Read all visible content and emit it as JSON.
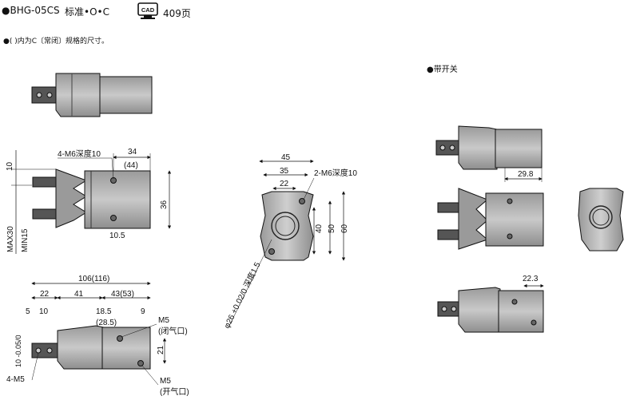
{
  "header": {
    "model": "●BHG-05CS",
    "standard": "标准•O•C",
    "cad_label": "CAD",
    "cad_page": "409页",
    "note": "●(  )内为C〔常闭〕规格的尺寸。"
  },
  "with_switch_label": "●带开关",
  "dims": {
    "d_10_top": "10",
    "d_max30": "MAX30",
    "d_min15": "MIN15",
    "d_34": "34",
    "d_44": "(44)",
    "d_4m6": "4-M6深度10",
    "d_36": "36",
    "d_10_5": "10.5",
    "d_45": "45",
    "d_35": "35",
    "d_22": "22",
    "d_2m6": "2-M6深度10",
    "d_40": "40",
    "d_50": "50",
    "d_60": "60",
    "d_phi26": "φ26 +0.02/0 深度1.5",
    "d_106": "106(116)",
    "d_22b": "22",
    "d_41": "41",
    "d_5": "5",
    "d_10b": "10",
    "d_18_5": "18.5",
    "d_28_5": "(28.5)",
    "d_43": "43(53)",
    "d_9": "9",
    "d_m5_close": "M5",
    "d_close_port": "(闭气口)",
    "d_21": "21",
    "d_10c": "10 -0.05/0",
    "d_4m5": "4-M5",
    "d_m5_open": "M5",
    "d_open_port": "(开气口)",
    "d_29_8": "29.8",
    "d_22_3": "22.3"
  }
}
